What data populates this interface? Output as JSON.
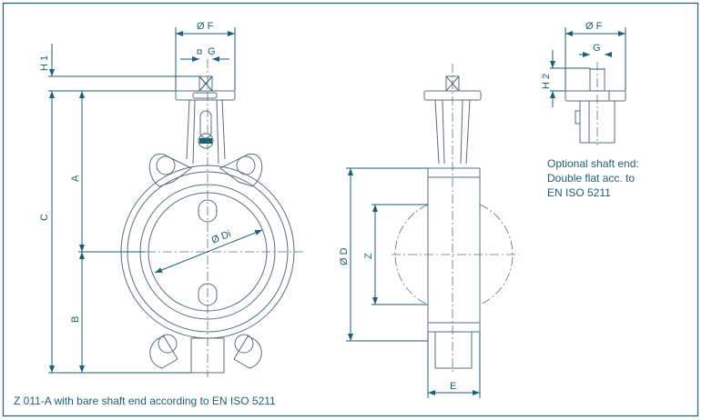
{
  "drawing": {
    "caption": "Z 011-A with bare shaft end according to EN ISO 5211",
    "note_lines": [
      "Optional shaft end:",
      "Double flat acc. to",
      "EN ISO 5211"
    ],
    "front_view": {
      "labels": {
        "F": "Ø F",
        "G": "G",
        "H1": "H 1",
        "A": "A",
        "B": "B",
        "C": "C",
        "Di": "Ø Di"
      }
    },
    "side_view": {
      "labels": {
        "D": "Ø D",
        "Z": "Z",
        "E": "E"
      }
    },
    "detail_view": {
      "labels": {
        "F": "Ø F",
        "G": "G",
        "H2": "H 2"
      }
    },
    "colors": {
      "dimension": "#1d5f75",
      "outline": "#5a6f78",
      "frame": "#1f5f6e"
    }
  }
}
